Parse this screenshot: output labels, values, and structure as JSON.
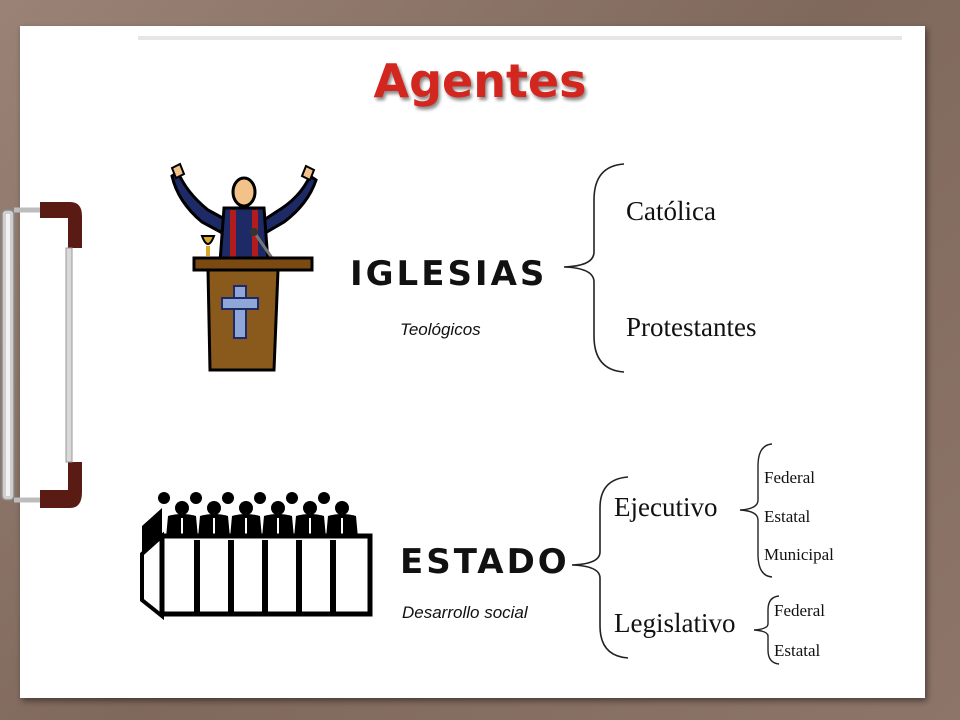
{
  "title": "Agentes",
  "iglesias": {
    "label": "IGLESIAS",
    "sub": "Teológicos",
    "branches": [
      "Católica",
      "Protestantes"
    ]
  },
  "estado": {
    "label": "ESTADO",
    "sub": "Desarrollo social",
    "ejecutivo": {
      "label": "Ejecutivo",
      "levels": [
        "Federal",
        "Estatal",
        "Municipal"
      ]
    },
    "legislativo": {
      "label": "Legislativo",
      "levels": [
        "Federal",
        "Estatal"
      ]
    }
  },
  "colors": {
    "title": "#d2261e",
    "board": "#8a7468",
    "paper": "#ffffff"
  },
  "icons": [
    "preacher-pulpit-icon",
    "congress-chamber-icon",
    "clipboard-clip-icon"
  ]
}
